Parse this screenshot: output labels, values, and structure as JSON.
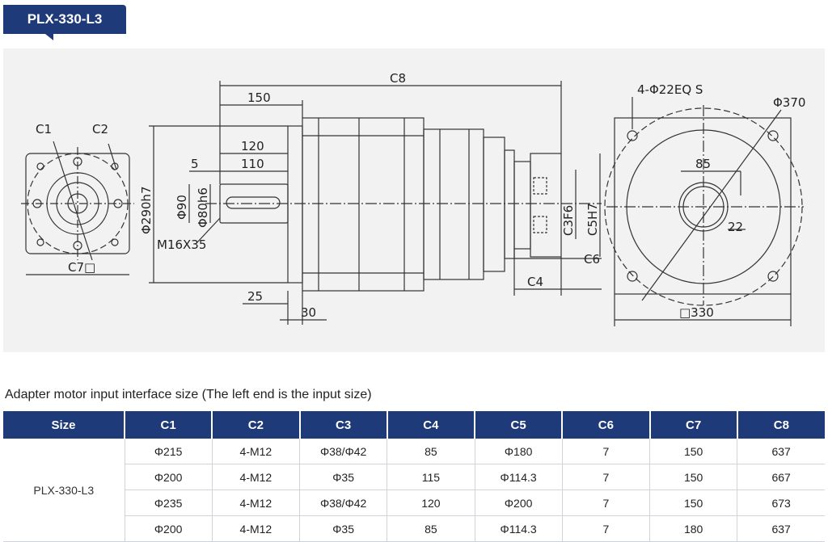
{
  "header": {
    "title": "PLX-330-L3"
  },
  "drawing": {
    "labels": {
      "c1": "C1",
      "c2": "C2",
      "c7": "C7□",
      "phi290": "Φ290h7",
      "phi90": "Φ90",
      "phi80": "Φ80h6",
      "m16": "M16X35",
      "d150": "150",
      "d120": "120",
      "d5": "5",
      "d110": "110",
      "d25": "25",
      "d30": "30",
      "c8": "C8",
      "c3": "C3F6",
      "c5": "C5H7",
      "c6": "C6",
      "c4": "C4",
      "holes": "4-Φ22EQ S",
      "phi370": "Φ370",
      "d85": "85",
      "d22": "22",
      "sq330": "□330"
    }
  },
  "caption": "Adapter motor input interface size (The left end is the input size)",
  "table": {
    "headers": [
      "Size",
      "C1",
      "C2",
      "C3",
      "C4",
      "C5",
      "C6",
      "C7",
      "C8"
    ],
    "size_label": "PLX-330-L3",
    "rows": [
      [
        "Φ215",
        "4-M12",
        "Φ38/Φ42",
        "85",
        "Φ180",
        "7",
        "150",
        "637"
      ],
      [
        "Φ200",
        "4-M12",
        "Φ35",
        "115",
        "Φ114.3",
        "7",
        "150",
        "667"
      ],
      [
        "Φ235",
        "4-M12",
        "Φ38/Φ42",
        "120",
        "Φ200",
        "7",
        "150",
        "673"
      ],
      [
        "Φ200",
        "4-M12",
        "Φ35",
        "85",
        "Φ114.3",
        "7",
        "180",
        "637"
      ]
    ]
  }
}
